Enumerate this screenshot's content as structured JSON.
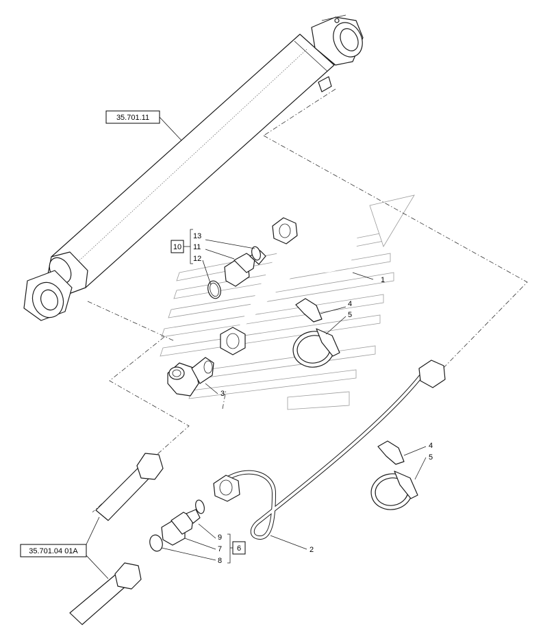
{
  "callouts": {
    "n1": "1",
    "n2": "2",
    "n3": "3",
    "n4a": "4",
    "n5a": "5",
    "n4b": "4",
    "n5b": "5",
    "n7": "7",
    "n8": "8",
    "n9": "9",
    "n11": "11",
    "n12": "12",
    "n13": "13"
  },
  "groups": {
    "g10": "10",
    "g6": "6"
  },
  "references": {
    "ref_cylinder": "35.701.11",
    "ref_pin": "35.701.04 01A"
  }
}
